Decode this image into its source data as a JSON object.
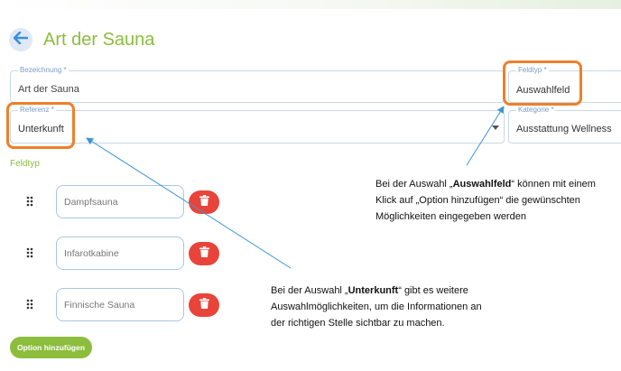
{
  "page": {
    "title": "Art der Sauna"
  },
  "fields": {
    "bezeichnung": {
      "label": "Bezeichnung *",
      "value": "Art der Sauna"
    },
    "feldtyp": {
      "label": "Feldtyp *",
      "value": "Auswahlfeld"
    },
    "referenz": {
      "label": "Referenz *",
      "value": "Unterkunft"
    },
    "kategorie": {
      "label": "Kategorie *",
      "value": "Ausstattung Wellness"
    }
  },
  "options_section": {
    "label": "Feldtyp"
  },
  "options": [
    {
      "value": "Dampfsauna"
    },
    {
      "value": "Infarotkabine"
    },
    {
      "value": "Finnische Sauna"
    }
  ],
  "add_option_label": "Option hinzufügen",
  "annotations": {
    "auswahlfeld": {
      "pre": "Bei der Auswahl „",
      "bold": "Auswahlfeld",
      "post": "“ können mit einem Klick auf „Option hinzufügen“ die gewünschten Möglichkeiten eingegeben werden"
    },
    "unterkunft": {
      "pre": "Bei der Auswahl „",
      "bold": "Unterkunft",
      "post": "“ gibt es weitere Auswahlmöglichkeiten, um die Informationen an der richtigen Stelle sichtbar zu machen."
    }
  },
  "colors": {
    "accent_green": "#8cbd3d",
    "delete_red": "#e8443a",
    "highlight_orange": "#ef7f2a",
    "arrow_blue": "#3b95d6"
  },
  "icons": {
    "back": "arrow-left-icon",
    "delete": "trash-icon",
    "drag": "drag-handle-icon",
    "dropdown": "chevron-down-icon"
  }
}
